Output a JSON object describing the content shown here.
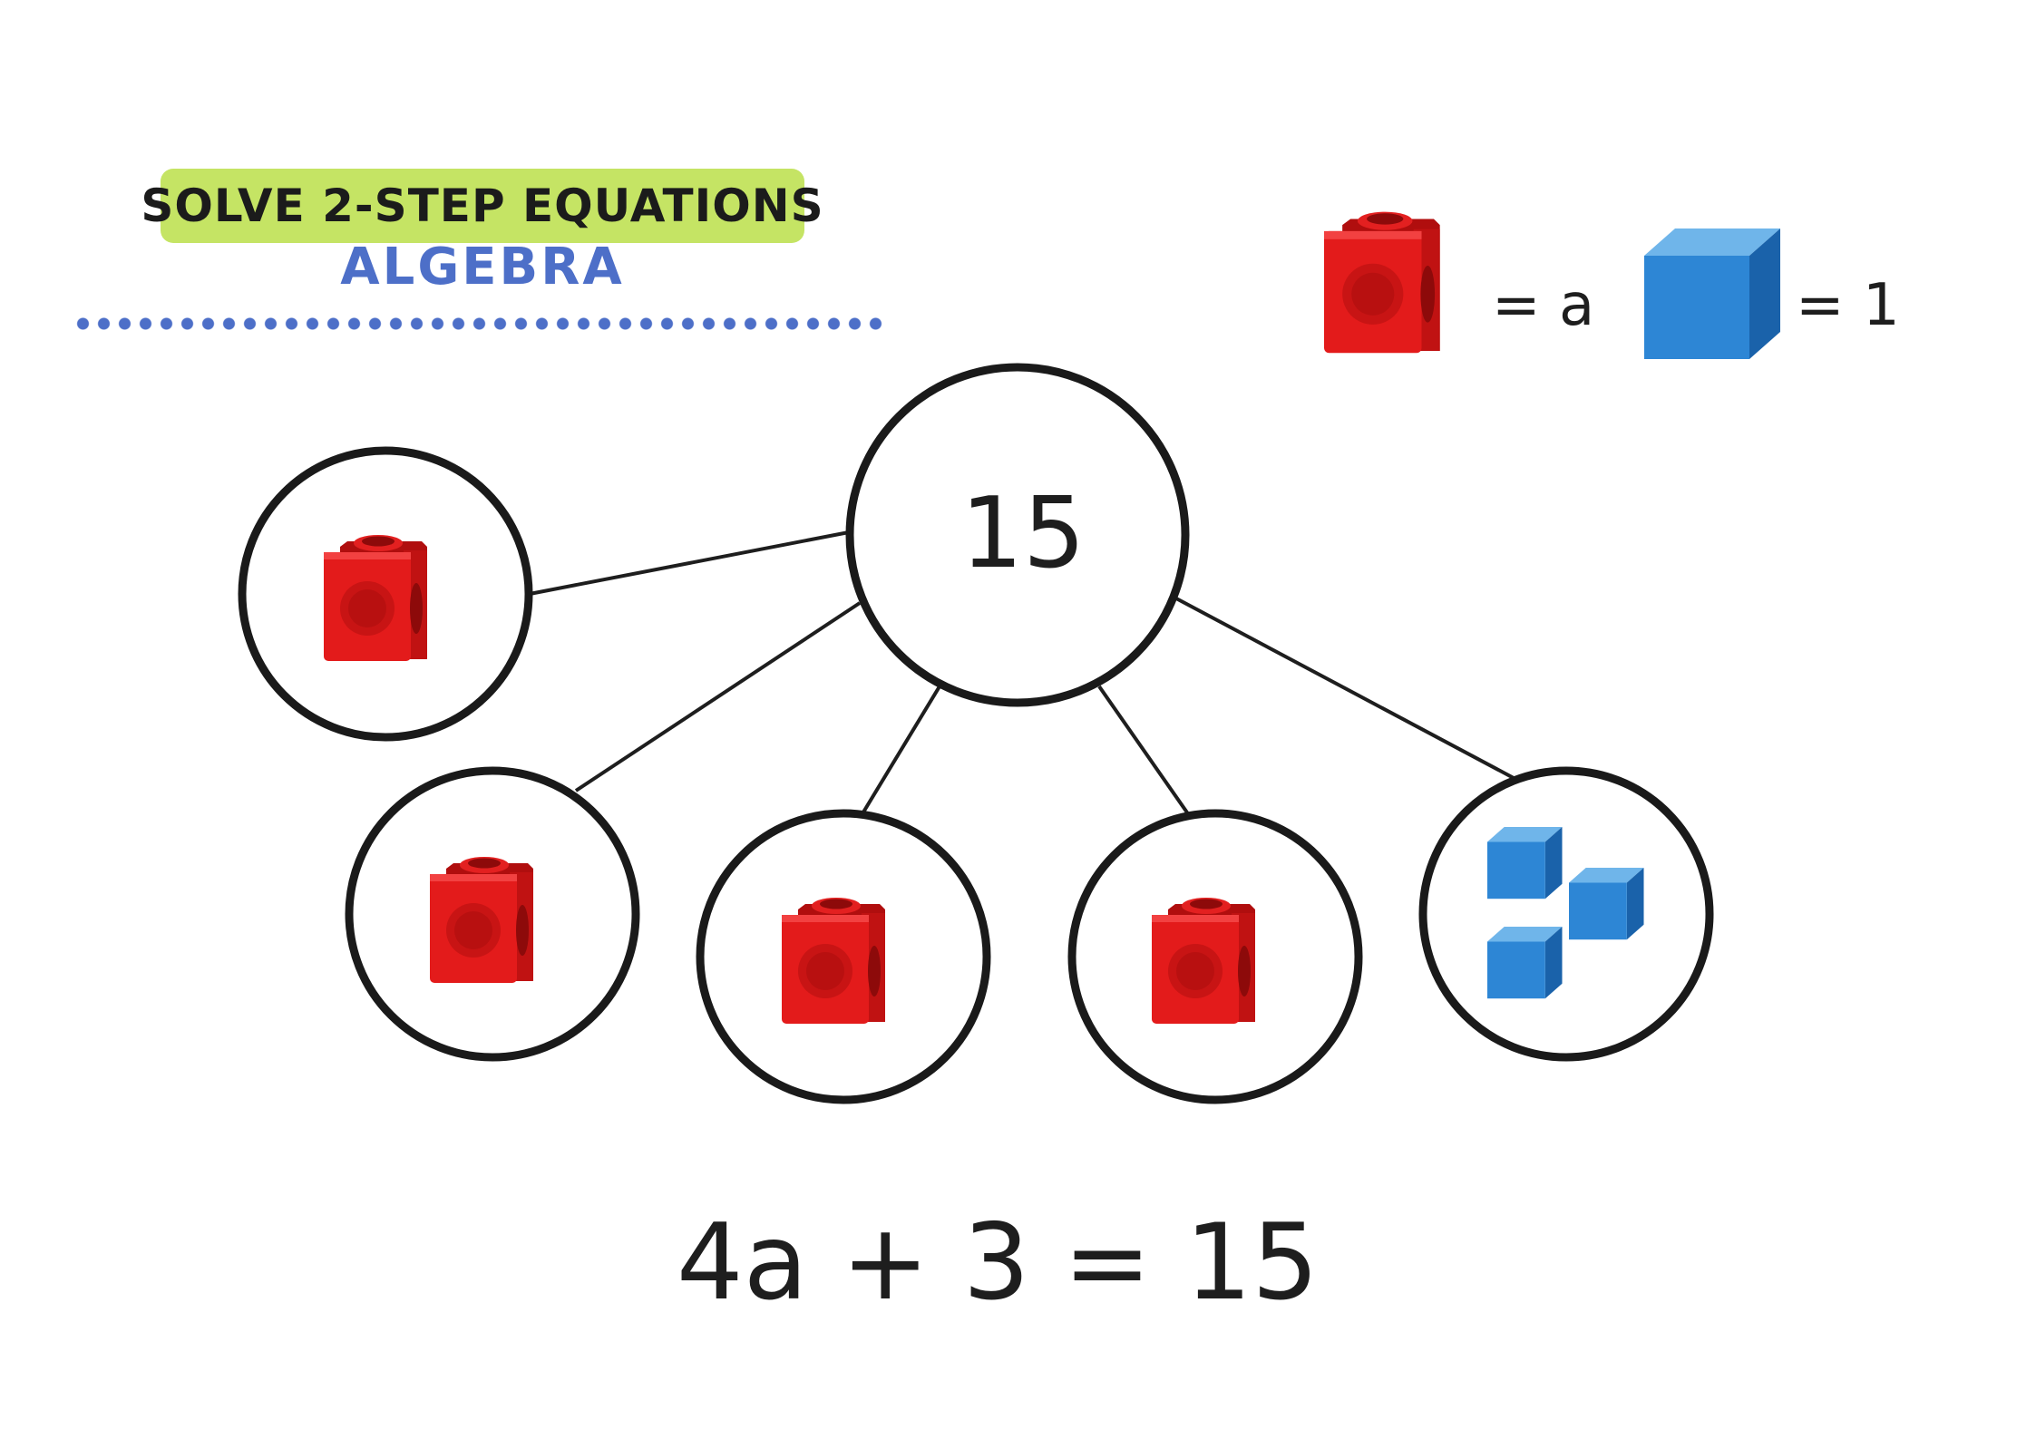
{
  "header": {
    "title": "SOLVE 2-STEP EQUATIONS",
    "subtitle": "ALGEBRA"
  },
  "legend": {
    "red_cube_label": "= a",
    "blue_cube_label": "= 1"
  },
  "diagram": {
    "whole_value": "15",
    "parts": [
      {
        "content": "red-cube",
        "count": 1
      },
      {
        "content": "red-cube",
        "count": 1
      },
      {
        "content": "red-cube",
        "count": 1
      },
      {
        "content": "red-cube",
        "count": 1
      },
      {
        "content": "blue-cube",
        "count": 3
      }
    ]
  },
  "equation": "4a + 3 = 15",
  "colors": {
    "accent_green": "#c5e464",
    "accent_blue": "#4d6fc8",
    "cube_red": "#dc1a1a",
    "cube_blue": "#2b7fd0",
    "ink": "#1e1e1e"
  }
}
